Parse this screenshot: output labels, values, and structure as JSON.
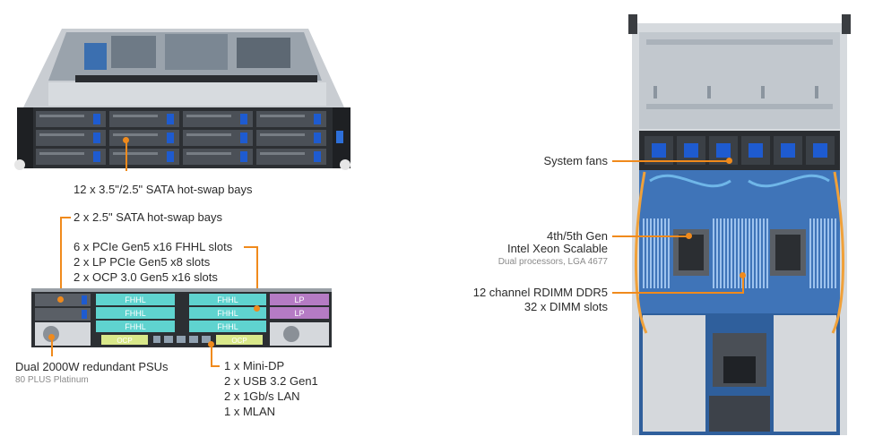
{
  "labels": {
    "front_bays": "12 x 3.5\"/2.5\" SATA hot-swap bays",
    "rear_bays": "2 x 2.5\" SATA hot-swap bays",
    "slots": [
      "6 x PCIe Gen5 x16 FHHL slots",
      "2 x LP PCIe Gen5 x8 slots",
      "2 x OCP 3.0 Gen5 x16 slots"
    ],
    "psu": "Dual 2000W redundant PSUs",
    "psu_sub": "80 PLUS Platinum",
    "io": [
      "1 x Mini-DP",
      "2 x USB 3.2 Gen1",
      "2 x 1Gb/s LAN",
      "1 x MLAN"
    ],
    "fans": "System fans",
    "cpu": [
      "4th/5th Gen",
      "Intel Xeon Scalable"
    ],
    "cpu_sub": "Dual processors, LGA 4677",
    "memory": [
      "12 channel RDIMM DDR5",
      "32 x DIMM slots"
    ]
  },
  "rear_panel": {
    "fhhl": "FHHL",
    "lp": "LP",
    "ocp": "OCP"
  },
  "colors": {
    "accent": "#f08a1c",
    "fhhl": "#5fd3cf",
    "lp": "#b57bc4",
    "ocp": "#d9e88a",
    "chassis": "#2c2f33",
    "bay_blue": "#1e5bd0"
  }
}
